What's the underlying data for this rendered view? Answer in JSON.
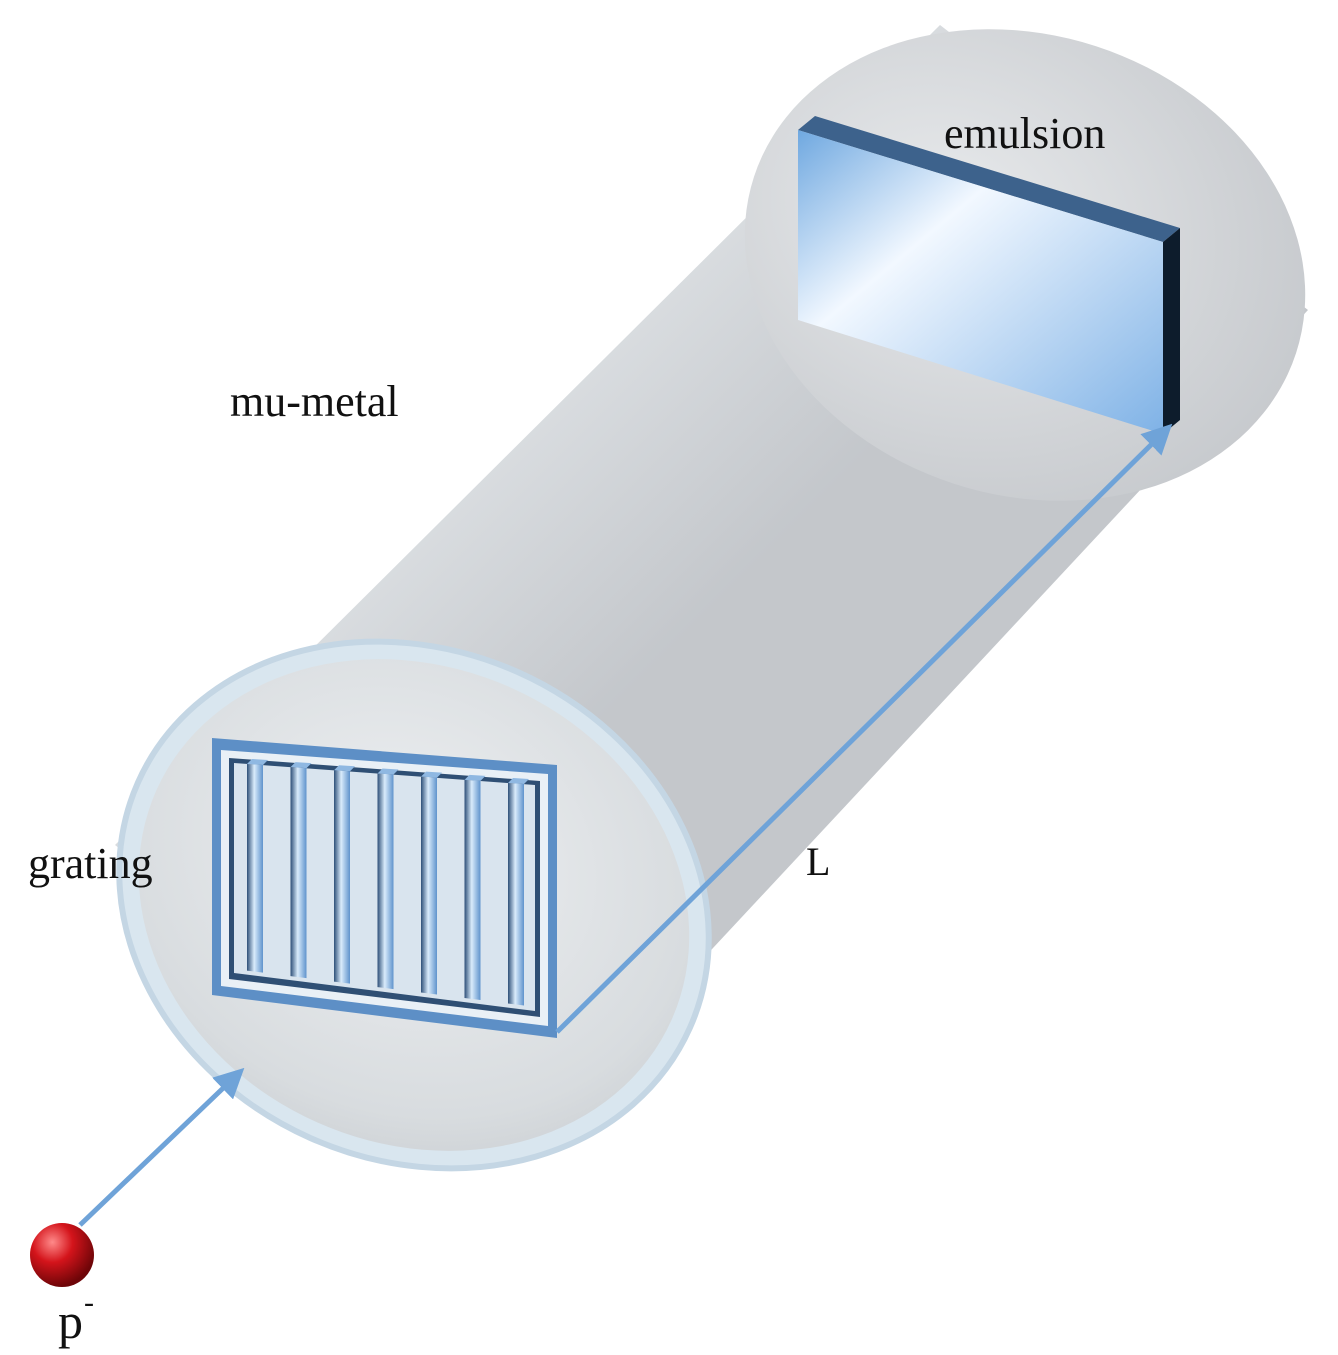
{
  "labels": {
    "emulsion": "emulsion",
    "mu_metal": "mu-metal",
    "grating": "grating",
    "length": "L",
    "particle": "p",
    "particle_charge": "-"
  },
  "components": {
    "grating": {
      "slit_count": 7
    }
  },
  "colors": {
    "beam": "#6fa3d8",
    "frame": "#4f86c2",
    "emulsion_face": "#a9cdf0",
    "emulsion_edge": "#2e4f73",
    "particle": "#c8141a",
    "tube": "#c4c8cc"
  }
}
